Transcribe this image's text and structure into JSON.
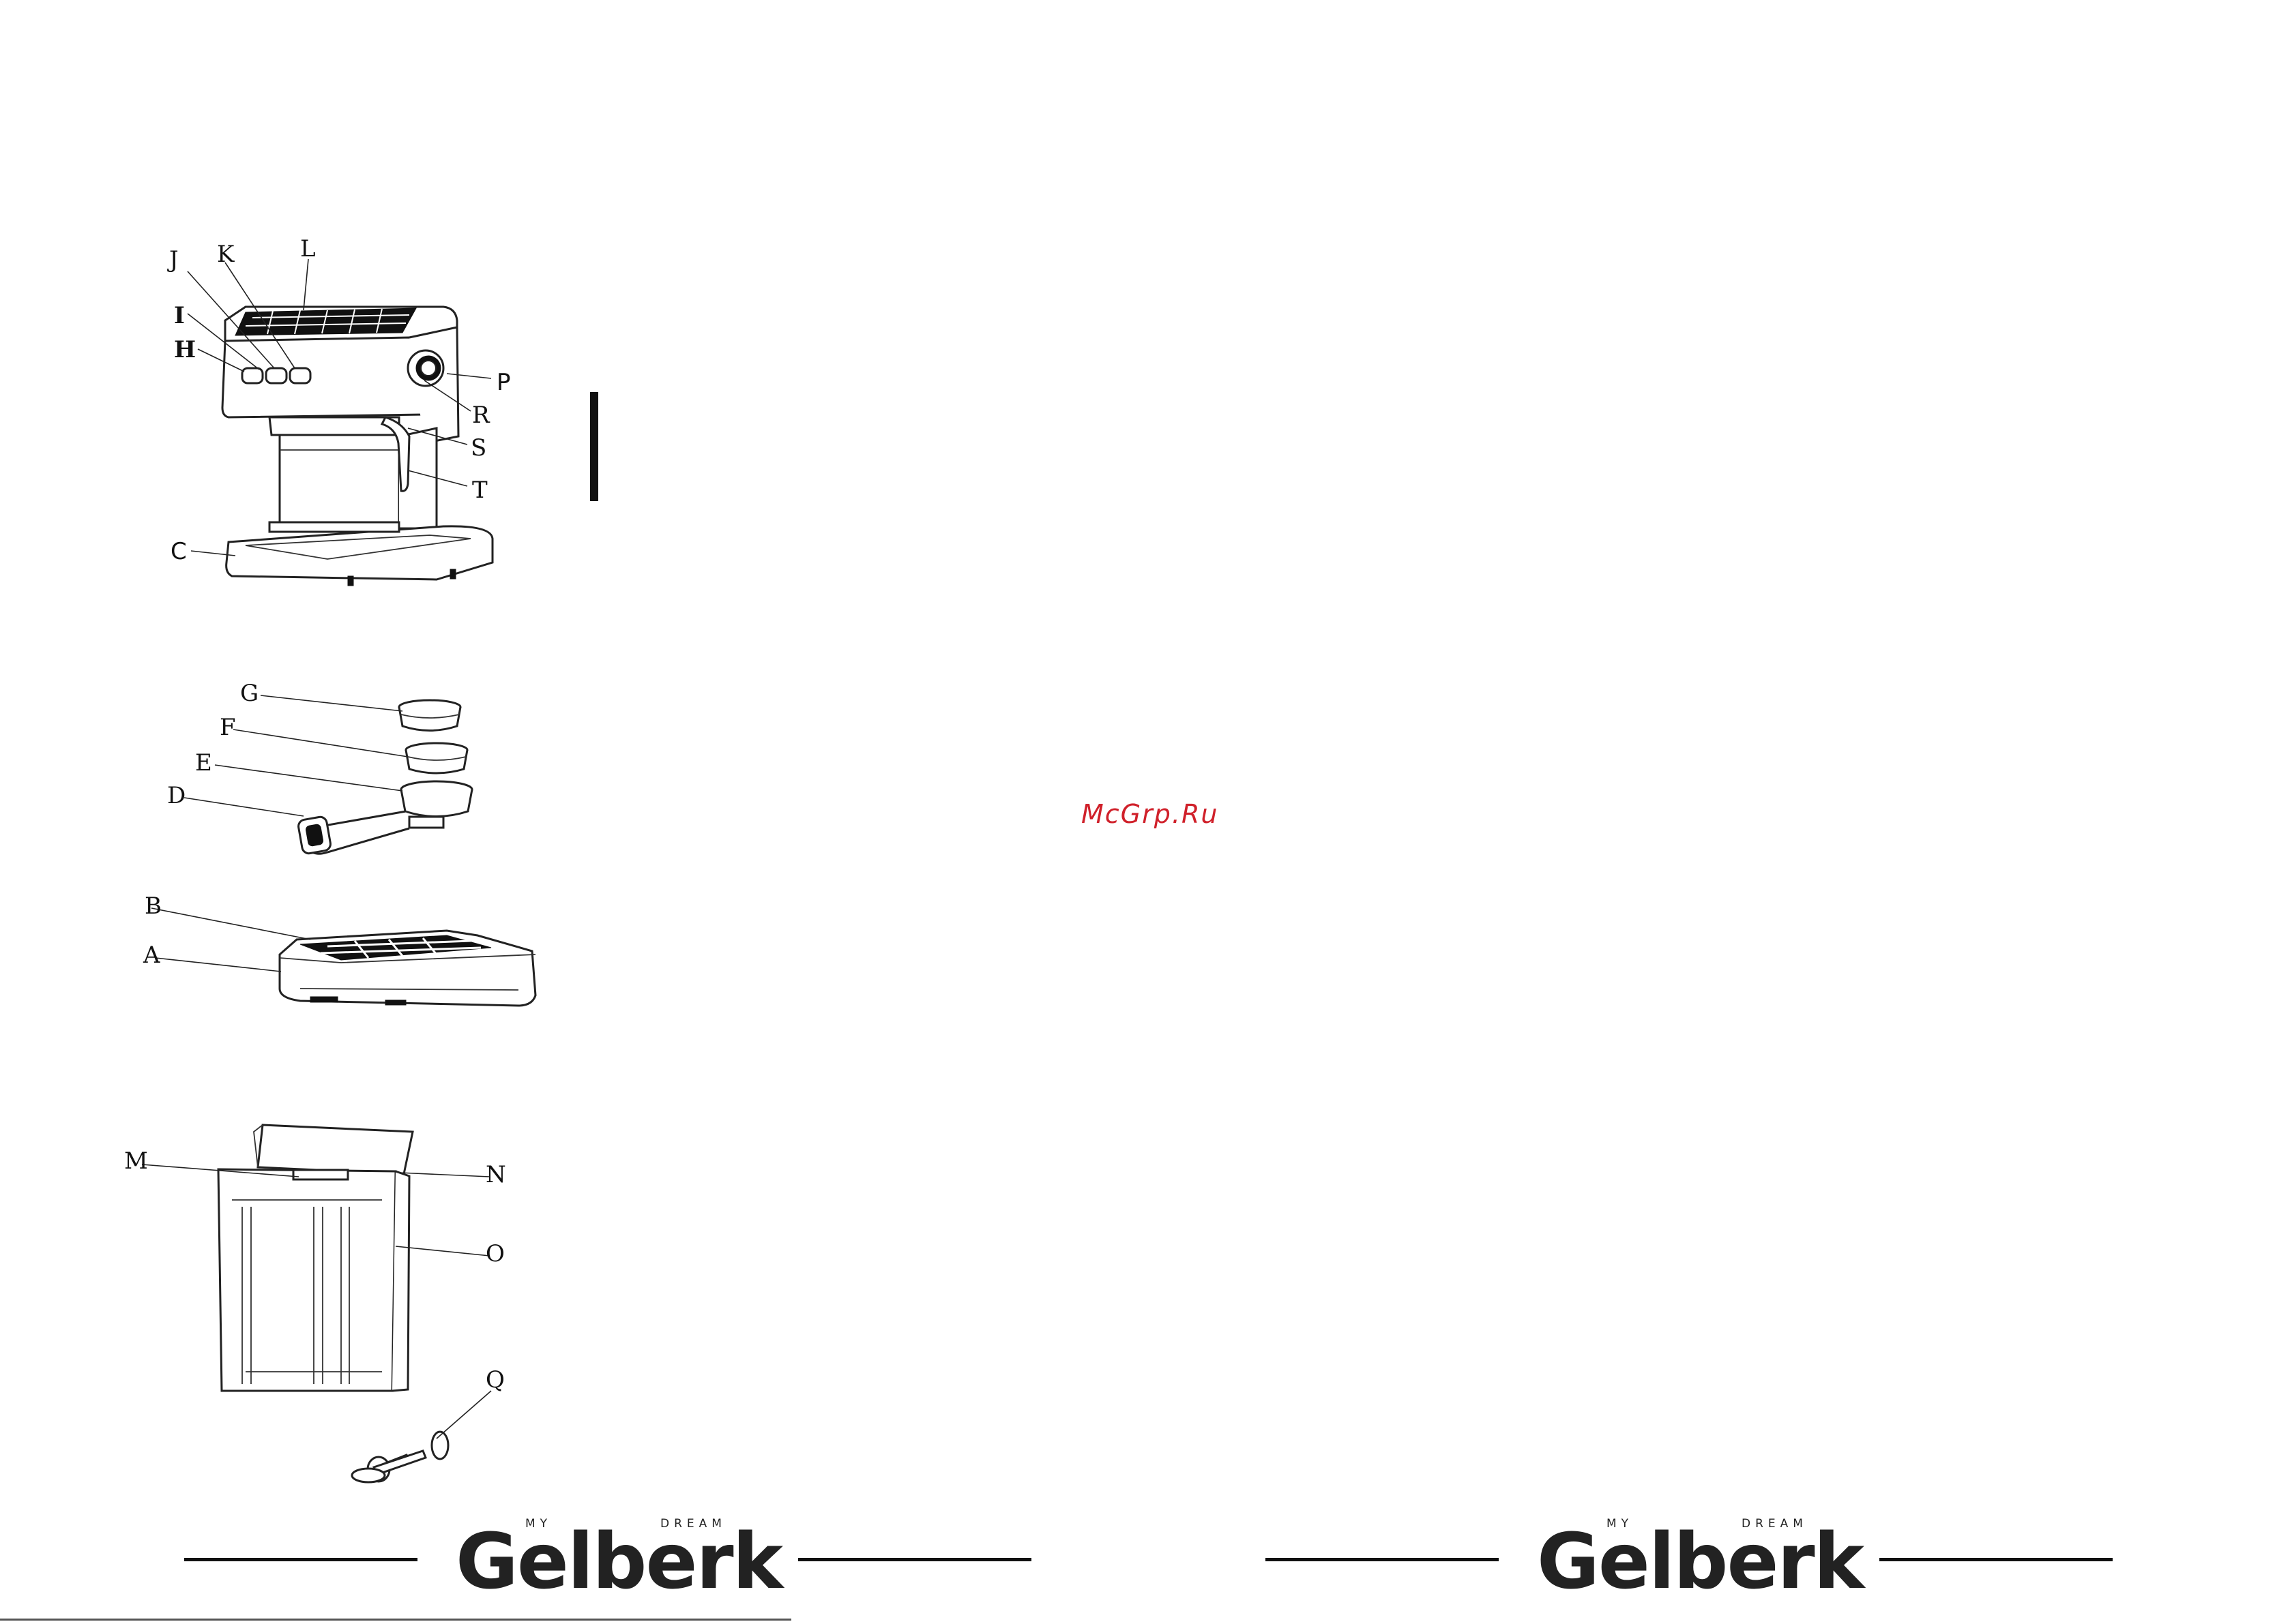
{
  "diagram_labels": {
    "machine": [
      "J",
      "K",
      "L",
      "I",
      "H",
      "P",
      "R",
      "S",
      "T",
      "C"
    ],
    "portafilter": [
      "G",
      "F",
      "E",
      "D"
    ],
    "drip_tray": [
      "B",
      "A"
    ],
    "water_tank": [
      "M",
      "N",
      "O",
      "Q"
    ]
  },
  "watermark": "McGrp.Ru",
  "footer": {
    "left": {
      "tagline_left": "MY",
      "tagline_right": "DREAM",
      "brand": "Gelberk"
    },
    "right": {
      "tagline_left": "MY",
      "tagline_right": "DREAM",
      "brand": "Gelberk"
    }
  }
}
